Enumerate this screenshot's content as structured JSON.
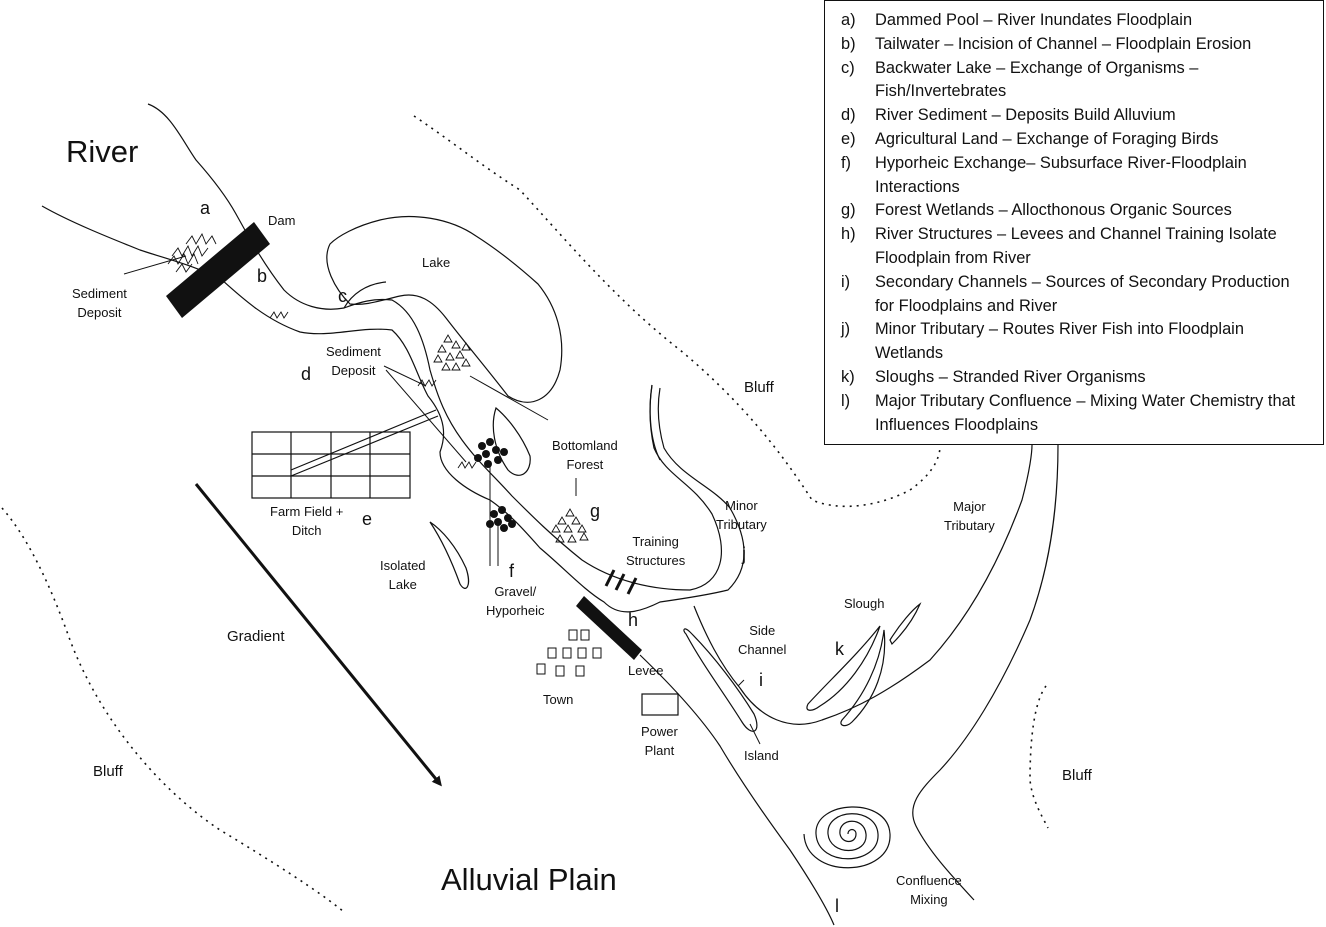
{
  "labels": {
    "river": "River",
    "dam": "Dam",
    "sediment_deposit_upper": "Sediment\nDeposit",
    "sediment_deposit_middle": "Sediment\nDeposit",
    "lake": "Lake",
    "bottomland_forest": "Bottomland\nForest",
    "farm_field": "Farm Field +\nDitch",
    "isolated_lake": "Isolated\nLake",
    "gravel_hyporheic": "Gravel/\nHyporheic",
    "training_structures": "Training\nStructures",
    "minor_tributary": "Minor\nTributary",
    "bluff_top": "Bluff",
    "major_tributary": "Major\nTributary",
    "slough": "Slough",
    "side_channel": "Side\nChannel",
    "island": "Island",
    "levee": "Levee",
    "town": "Town",
    "power_plant": "Power\nPlant",
    "gradient": "Gradient",
    "bluff_left": "Bluff",
    "bluff_right": "Bluff",
    "alluvial_plain": "Alluvial Plain",
    "confluence_mixing": "Confluence\nMixing"
  },
  "letters": {
    "a": "a",
    "b": "b",
    "c": "c",
    "d": "d",
    "e": "e",
    "f": "f",
    "g": "g",
    "h": "h",
    "i": "i",
    "j": "j",
    "k": "k",
    "l": "l"
  },
  "legend": [
    {
      "key": "a)",
      "text": "Dammed Pool – River Inundates Floodplain"
    },
    {
      "key": "b)",
      "text": "Tailwater – Incision of Channel – Floodplain Erosion"
    },
    {
      "key": "c)",
      "text": "Backwater Lake – Exchange of Organisms – Fish/Invertebrates"
    },
    {
      "key": "d)",
      "text": "River Sediment – Deposits Build Alluvium"
    },
    {
      "key": "e)",
      "text": "Agricultural Land – Exchange of Foraging Birds"
    },
    {
      "key": "f)",
      "text": "Hyporheic Exchange– Subsurface River-Floodplain Interactions"
    },
    {
      "key": "g)",
      "text": "Forest Wetlands – Allocthonous Organic Sources"
    },
    {
      "key": "h)",
      "text": "River Structures – Levees and Channel Training Isolate Floodplain from River"
    },
    {
      "key": "i)",
      "text": "Secondary Channels – Sources of Secondary Production for Floodplains and River"
    },
    {
      "key": "j)",
      "text": "Minor Tributary – Routes River Fish into Floodplain Wetlands"
    },
    {
      "key": "k)",
      "text": "Sloughs – Stranded River Organisms"
    },
    {
      "key": "l)",
      "text": "Major Tributary Confluence – Mixing Water Chemistry that Influences Floodplains"
    }
  ],
  "colors": {
    "ink": "#111111",
    "background": "#ffffff"
  }
}
